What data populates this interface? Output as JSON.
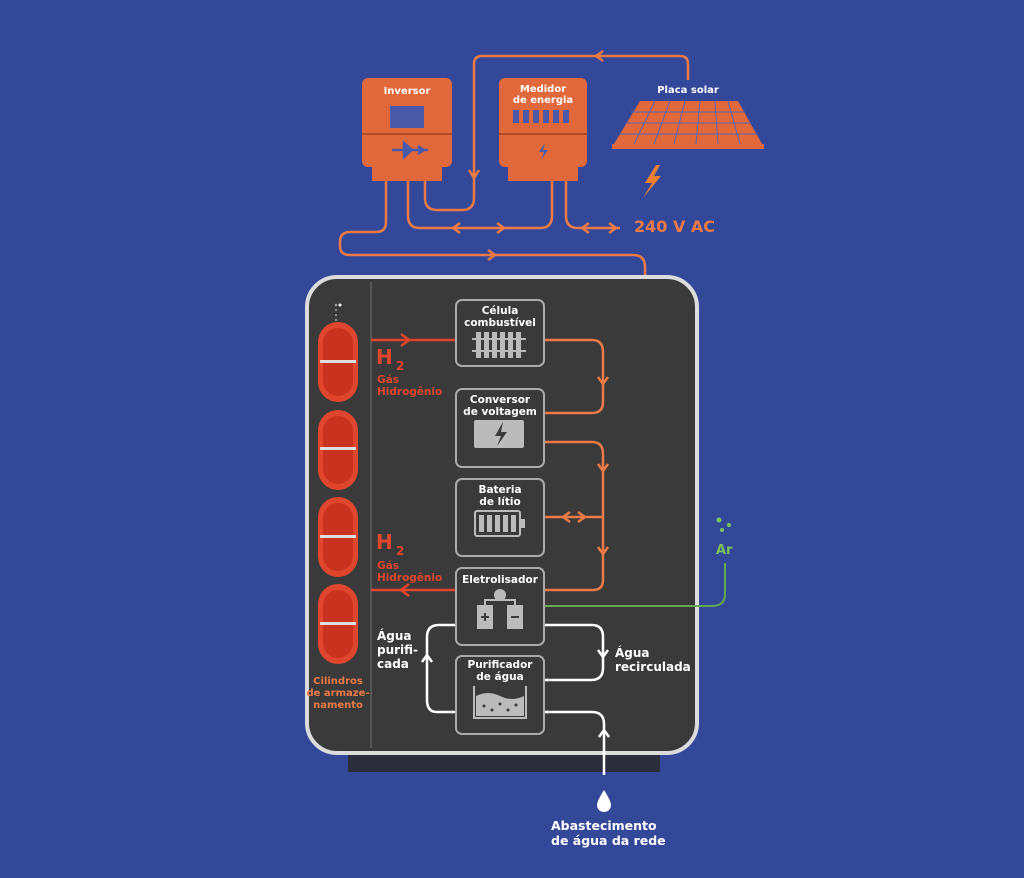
{
  "top": {
    "inverter": "Inversor",
    "meter": [
      "Medidor",
      "de energia"
    ],
    "solar": "Placa solar",
    "voltage": "240 V AC"
  },
  "panel": {
    "fuel_cell": [
      "Célula",
      "combustível"
    ],
    "converter": [
      "Conversor",
      "de voltagem"
    ],
    "battery": [
      "Bateria",
      "de lítio"
    ],
    "electrolyser": "Eletrolisador",
    "purifier": [
      "Purificador",
      "de água"
    ],
    "h2_top": {
      "symbol": "H",
      "sub": "2",
      "line1": "Gás",
      "line2": "Hidrogênio"
    },
    "h2_bottom": {
      "symbol": "H",
      "sub": "2",
      "line1": "Gás",
      "line2": "Hidrogênio"
    },
    "purified_water": [
      "Água",
      "purifi-",
      "cada"
    ],
    "recirculated_water": [
      "Água",
      "recirculada"
    ],
    "cylinders": [
      "Cilindros",
      "de armaze-",
      "namento"
    ]
  },
  "air": "Ar",
  "supply": [
    "Abastecimento",
    "de água da rede"
  ],
  "colors": {
    "background": "#34489a",
    "orange": "#ec7a47",
    "red": "#e0452e",
    "panel": "#3a3a3a",
    "green": "#6aa84f"
  }
}
